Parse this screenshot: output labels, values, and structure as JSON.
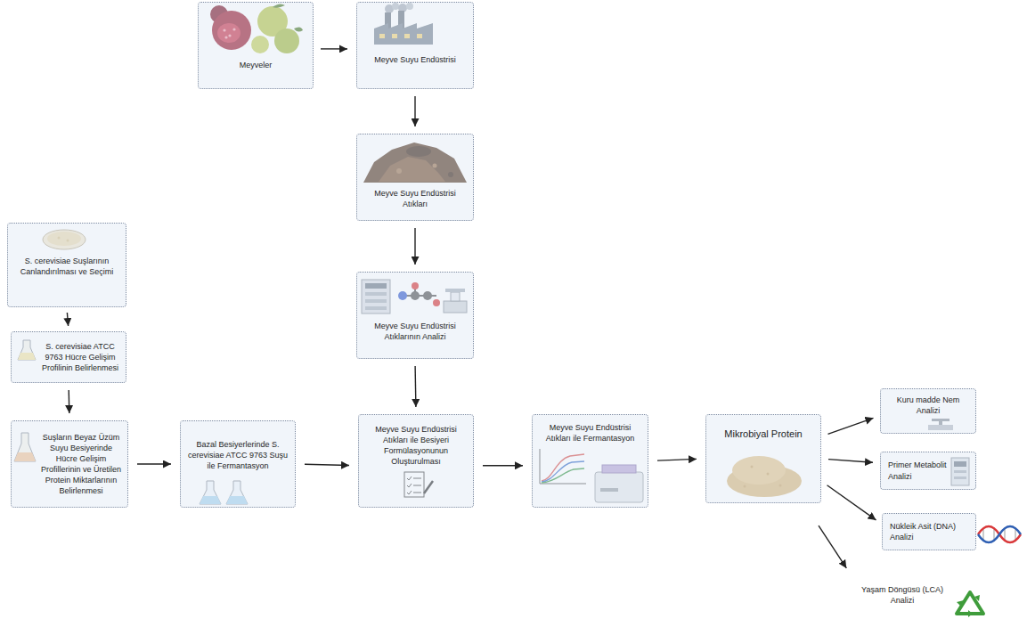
{
  "diagram": {
    "nodes": [
      {
        "text": [
          "Meyveler"
        ]
      },
      {
        "text": [
          "Meyve Suyu Endüstrisi"
        ]
      },
      {
        "text": [
          "Meyve Suyu Endüstrisi Atıkları"
        ]
      },
      {
        "text": [
          "Meyve Suyu Endüstrisi Atıklarının Analizi"
        ]
      },
      {
        "text": [
          "S. cerevisiae Suşlarının Canlandırılması ve Seçimi"
        ]
      },
      {
        "text": [
          "S. cerevisiae ATCC 9763 Hücre Gelişim Profilinin Belirlenmesi"
        ]
      },
      {
        "text": [
          "Suşların Beyaz Üzüm Suyu Besiyerinde Hücre Gelişim Profillerinin ve Üretilen Protein Miktarlarının Belirlenmesi"
        ]
      },
      {
        "text": [
          "Bazal Besiyerlerinde S. cerevisiae ATCC 9763 Suşu ile Fermantasyon"
        ]
      },
      {
        "text": [
          "Meyve Suyu Endüstrisi Atıkları ile Besiyeri Formülasyonunun Oluşturulması"
        ]
      },
      {
        "text": [
          "Meyve Suyu Endüstrisi Atıkları ile Fermantasyon"
        ]
      },
      {
        "text": [
          "Mikrobiyal Protein"
        ]
      },
      {
        "text": [
          "Kuru madde Nem Analizi"
        ]
      },
      {
        "text": [
          "Primer Metabolit Analizi"
        ]
      },
      {
        "text": [
          "Nükleik Asit (DNA) Analizi"
        ]
      },
      {
        "text": [
          "Yaşam Döngüsü (LCA) Analizi"
        ]
      }
    ],
    "edges": [
      {
        "from": 0,
        "to": 1,
        "arrow": "to"
      },
      {
        "from": 1,
        "to": 2,
        "arrow": "to"
      },
      {
        "from": 2,
        "to": 3,
        "arrow": "to"
      },
      {
        "from": 3,
        "to": 8,
        "arrow": "to"
      },
      {
        "from": 4,
        "to": 5,
        "arrow": "to"
      },
      {
        "from": 5,
        "to": 6,
        "arrow": "to"
      },
      {
        "from": 6,
        "to": 7,
        "arrow": "to"
      },
      {
        "from": 7,
        "to": 8,
        "arrow": "to"
      },
      {
        "from": 8,
        "to": 9,
        "arrow": "to"
      },
      {
        "from": 9,
        "to": 10,
        "arrow": "to"
      },
      {
        "from": 10,
        "to": 11,
        "arrow": "to"
      },
      {
        "from": 10,
        "to": 12,
        "arrow": "to"
      },
      {
        "from": 10,
        "to": 13,
        "arrow": "to"
      },
      {
        "from": 10,
        "to": 14,
        "arrow": "to"
      }
    ]
  }
}
